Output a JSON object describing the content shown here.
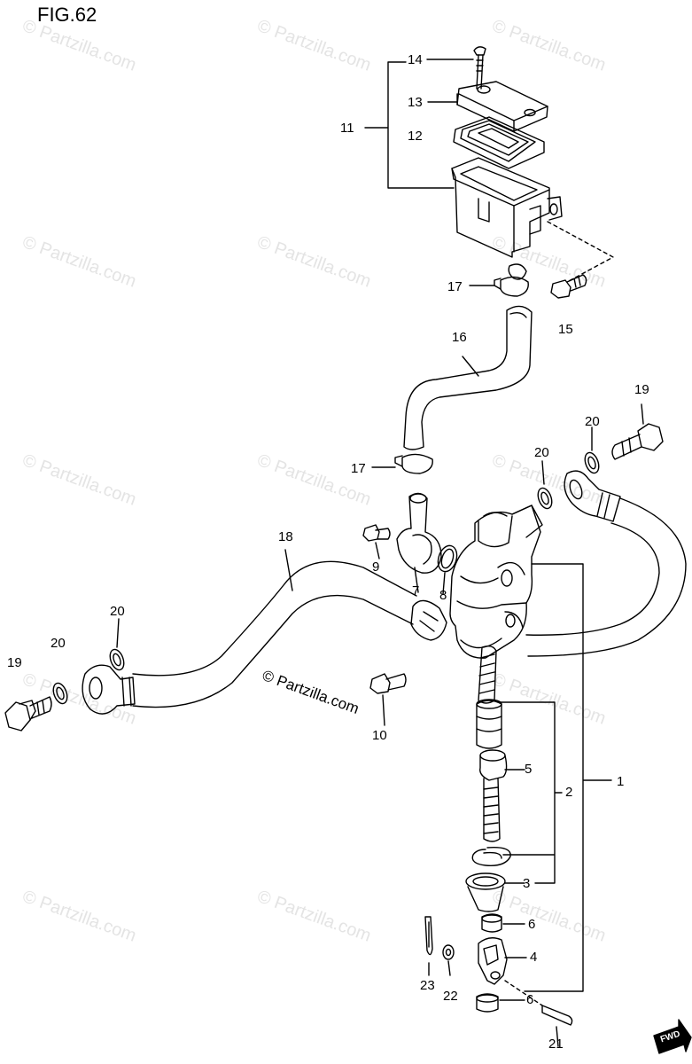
{
  "figure": {
    "title": "FIG.62",
    "watermark": "© Partzilla.com",
    "fwd_label": "FWD"
  },
  "callouts": [
    "14",
    "13",
    "12",
    "11",
    "17",
    "15",
    "16",
    "19",
    "20",
    "20",
    "17",
    "18",
    "9",
    "7",
    "8",
    "20",
    "20",
    "19",
    "10",
    "5",
    "2",
    "1",
    "3",
    "6",
    "4",
    "23",
    "22",
    "6",
    "21"
  ],
  "colors": {
    "ink": "#000000",
    "watermark": "#e4e4e4"
  }
}
